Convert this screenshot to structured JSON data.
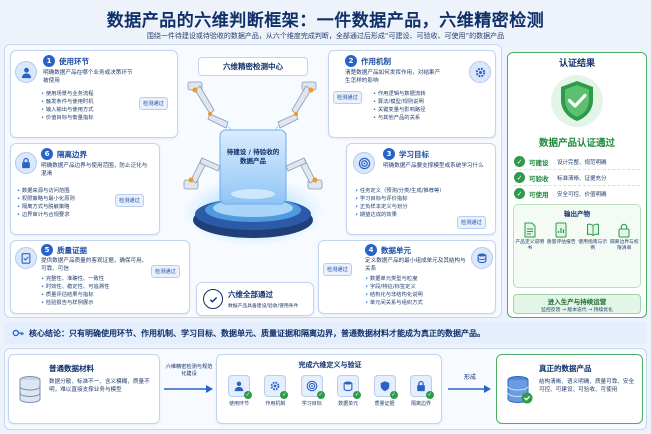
{
  "header": {
    "title": "数据产品的六维判断框架：一件数据产品，六维精密检测",
    "subtitle": "围绕一件待建设或待验收的数据产品，从六个维度完成判断，全部通过后形成“可建设、可验收、可使用”的数据产品"
  },
  "center": {
    "lab_title": "六维精密检测中心",
    "product_label": "待建设 / 待验收的数据产品",
    "pass_title": "六维全部通过",
    "pass_desc": "数据产品具备建设/验收/使用条件",
    "check_pass_label": "检测通过"
  },
  "dimensions": [
    {
      "num": "1",
      "title": "使用环节",
      "desc": "明确数据产品在哪个业务或决策环节被使用",
      "items": [
        "使用场景与业务流程",
        "触发条件与使用时机",
        "输入输出与使用方式",
        "价值目标与衡量指标"
      ]
    },
    {
      "num": "2",
      "title": "作用机制",
      "desc": "清楚数据产品如何发挥作用，对结果产生怎样的影响",
      "items": [
        "作用逻辑与数据流转",
        "算法/模型/规则说明",
        "关键变量与影响路径",
        "与其他产品的关系"
      ]
    },
    {
      "num": "3",
      "title": "学习目标",
      "desc": "明确数据产品要支撑模型或系统学习什么",
      "items": [
        "任务定义（预测/分类/生成/推荐等）",
        "学习目标与评价指标",
        "正负样本定义与划分",
        "期望达成的效果"
      ]
    },
    {
      "num": "4",
      "title": "数据单元",
      "desc": "定义数据产品的最小组成单元及其结构与关系",
      "items": [
        "数据单元类型与粒度",
        "字段/特征/标签定义",
        "结构化与非结构化说明",
        "单元间关系与组织方式"
      ]
    },
    {
      "num": "5",
      "title": "质量证据",
      "desc": "提供数据产品质量的客观证据，确保可用、可靠、可信",
      "items": [
        "完整性、准确性、一致性",
        "时效性、稳定性、可追溯性",
        "质量评估结果与指标",
        "检验报告与样例展示"
      ]
    },
    {
      "num": "6",
      "title": "隔离边界",
      "desc": "明确数据产品边界与使用范围，防止泛化与混淆",
      "items": [
        "数据来源与访问范围",
        "权限策略与最小化原则",
        "隔离方式与脱敏策略",
        "边界审计与合规要求"
      ]
    }
  ],
  "certification": {
    "heading": "认证结果",
    "title": "数据产品认证通过",
    "rows": [
      {
        "label": "可建设",
        "desc": "设计完整、规范明确"
      },
      {
        "label": "可验收",
        "desc": "标准清晰、证据充分"
      },
      {
        "label": "可使用",
        "desc": "安全可控、价值明确"
      }
    ],
    "outputs_title": "输出产物",
    "outputs": [
      "产品定义说明书",
      "质量评估报告",
      "使用指南与示例",
      "隔离边界与权限清单"
    ],
    "ops_title": "进入生产与持续运营",
    "ops_desc": "监控反馈 → 版本迭代 → 持续优化"
  },
  "conclusion": "核心结论：只有明确使用环节、作用机制、学习目标、数据单元、质量证据和隔离边界，普通数据材料才能成为真正的数据产品。",
  "flow": {
    "raw_title": "普通数据材料",
    "raw_desc": "数据分散、标准不一、含义模糊，质量不明，难以直接支撑业务与模型",
    "arrow1": "六维精密检测与规范化建设",
    "verify_title": "完成六维定义与验证",
    "steps": [
      "使用环节",
      "作用机制",
      "学习目标",
      "数据单元",
      "质量证据",
      "隔离边界"
    ],
    "arrow2": "形成",
    "final_title": "真正的数据产品",
    "final_desc": "结构清晰、语义明确、质量可靠、安全可控、可建设、可验收、可使用"
  },
  "colors": {
    "primary": "#2864c8",
    "navy": "#10306a",
    "success": "#2e9b4a"
  }
}
